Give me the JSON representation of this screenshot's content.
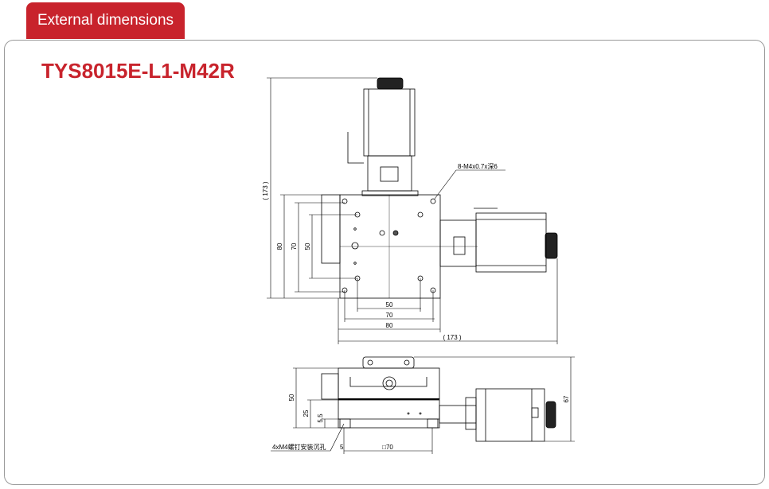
{
  "header": {
    "tab_label": "External dimensions"
  },
  "product": {
    "model": "TYS8015E-L1-M42R"
  },
  "top_view": {
    "dims": {
      "overall_height": "( 173 )",
      "v80": "80",
      "v70": "70",
      "v50": "50",
      "h50": "50",
      "h70": "70",
      "h80": "80",
      "overall_width": "( 173 )"
    },
    "callout": "8-M4x0.7x深6"
  },
  "side_view": {
    "dims": {
      "h50": "50",
      "h25": "25",
      "h5_5": "5.5",
      "h67": "67",
      "w70": "□70",
      "w5": "5"
    },
    "callout": "4xM4螺钉安装沉孔"
  },
  "colors": {
    "accent": "#c8232c"
  }
}
